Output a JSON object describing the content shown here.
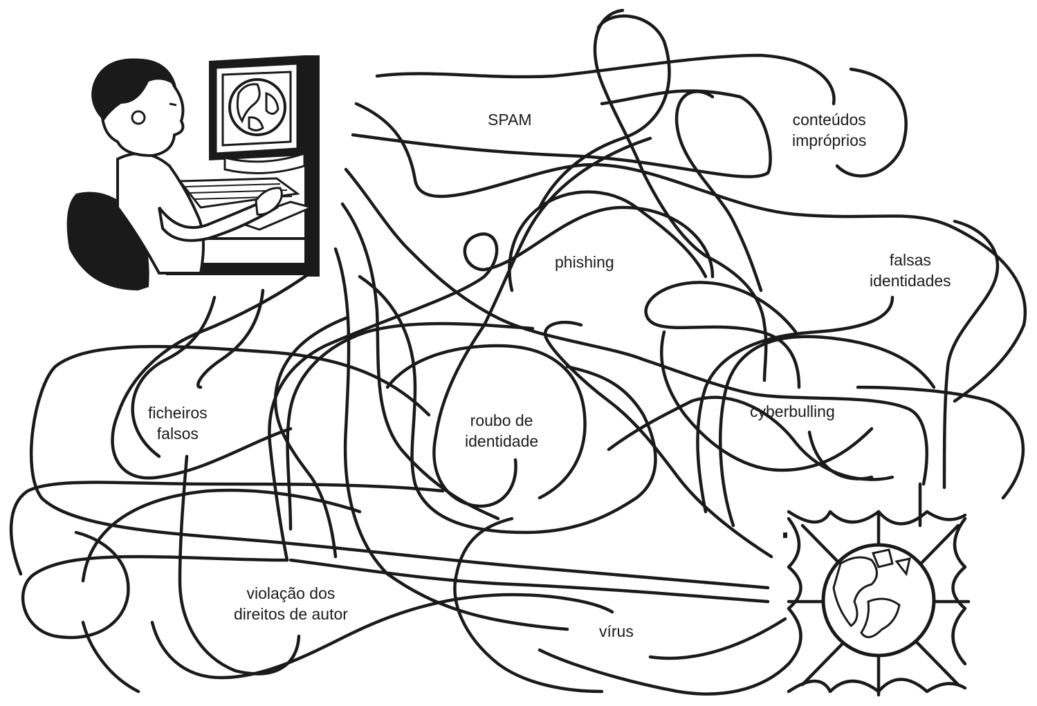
{
  "maze": {
    "labels": {
      "spam": "SPAM",
      "conteudos": [
        "conteúdos",
        "impróprios"
      ],
      "phishing": "phishing",
      "falsas": [
        "falsas",
        "identidades"
      ],
      "ficheiros": [
        "ficheiros",
        "falsos"
      ],
      "roubo": [
        "roubo de",
        "identidade"
      ],
      "cyberbulling": "cyberbulling",
      "violacao": [
        "violação dos",
        "direitos de autor"
      ],
      "virus": "vírus"
    }
  }
}
